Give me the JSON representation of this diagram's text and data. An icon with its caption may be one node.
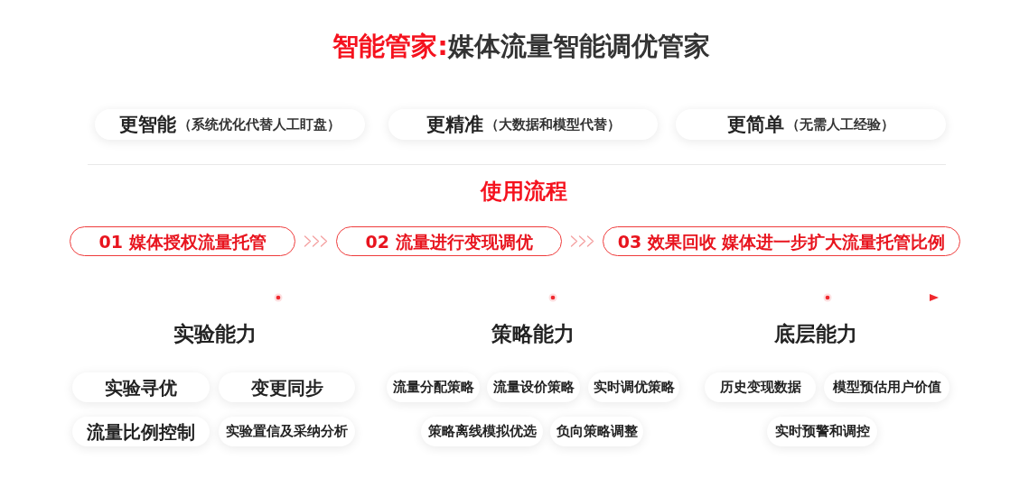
{
  "diagram": {
    "title": "**智能管家:**媒体流量智能调优管家",
    "nodes": [
      {
        "text": [
          "更智能",
          "（系统优化代替人工盯盘）"
        ]
      },
      {
        "text": [
          "更精准",
          "（大数据和模型代替）"
        ]
      },
      {
        "text": [
          "更简单",
          "（无需人工经验）"
        ]
      },
      {
        "text": [
          "01 媒体授权流量托管"
        ]
      },
      {
        "text": [
          "02 流量进行变现调优"
        ]
      },
      {
        "text": [
          "03 效果回收 媒体进一步扩大流量托管比例"
        ]
      },
      {
        "text": [
          "实验寻优"
        ]
      },
      {
        "text": [
          "变更同步"
        ]
      },
      {
        "text": [
          "流量比例控制"
        ]
      },
      {
        "text": [
          "实验置信及采纳分析"
        ]
      },
      {
        "text": [
          "流量分配策略"
        ]
      },
      {
        "text": [
          "流量设价策略"
        ]
      },
      {
        "text": [
          "实时调优策略"
        ]
      },
      {
        "text": [
          "策略离线模拟优选"
        ]
      },
      {
        "text": [
          "负向策略调整"
        ]
      },
      {
        "text": [
          "历史变现数据"
        ]
      },
      {
        "text": [
          "模型预估用户价值"
        ]
      },
      {
        "text": [
          "实时预警和调控"
        ]
      }
    ],
    "edges": [
      {
        "from": 3,
        "to": 4,
        "arrow": "to"
      },
      {
        "from": 4,
        "to": 5,
        "arrow": "to"
      }
    ],
    "labels": [
      "使用流程",
      "实验能力",
      "策略能力",
      "底层能力"
    ]
  }
}
